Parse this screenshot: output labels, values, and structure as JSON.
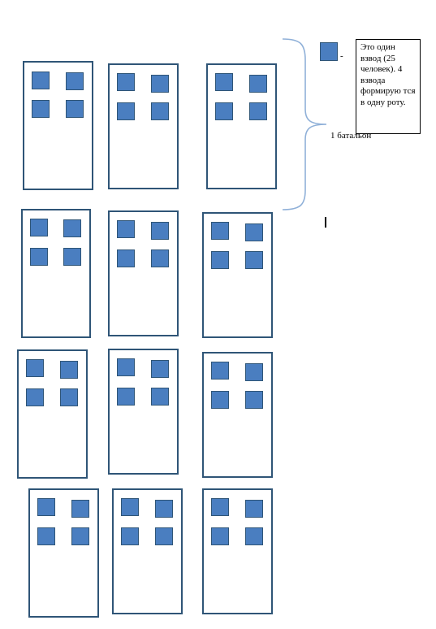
{
  "legend": {
    "platoon_icon": "platoon-square",
    "dash": "-"
  },
  "note": {
    "text": "Это один взвод (25 человек). 4 взвода формирую тся в одну роту."
  },
  "battalion_label": "1 батальон",
  "colors": {
    "platoon_fill": "#4a7ec0",
    "platoon_border": "#2f5577",
    "company_border": "#2f5577",
    "brace": "#8fb0d8"
  }
}
